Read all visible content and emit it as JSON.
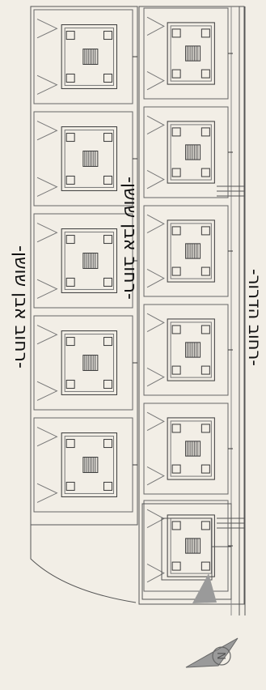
{
  "streets": {
    "top": "-רחוב הדרור-",
    "middle": "-רחוב אבן שושן-",
    "bottom": "-רחוב אבן שושן-"
  },
  "icons": {
    "north_arrow": "compass-north-arrow-icon"
  },
  "colors": {
    "background": "#f2eee6",
    "lines": "#3a3a3a",
    "hatch": "#555555",
    "lot_fill": "#efebe3",
    "road_shadow": "#9a9a9a"
  },
  "plan": {
    "upper_row_units": 6,
    "lower_row_units": 5
  }
}
